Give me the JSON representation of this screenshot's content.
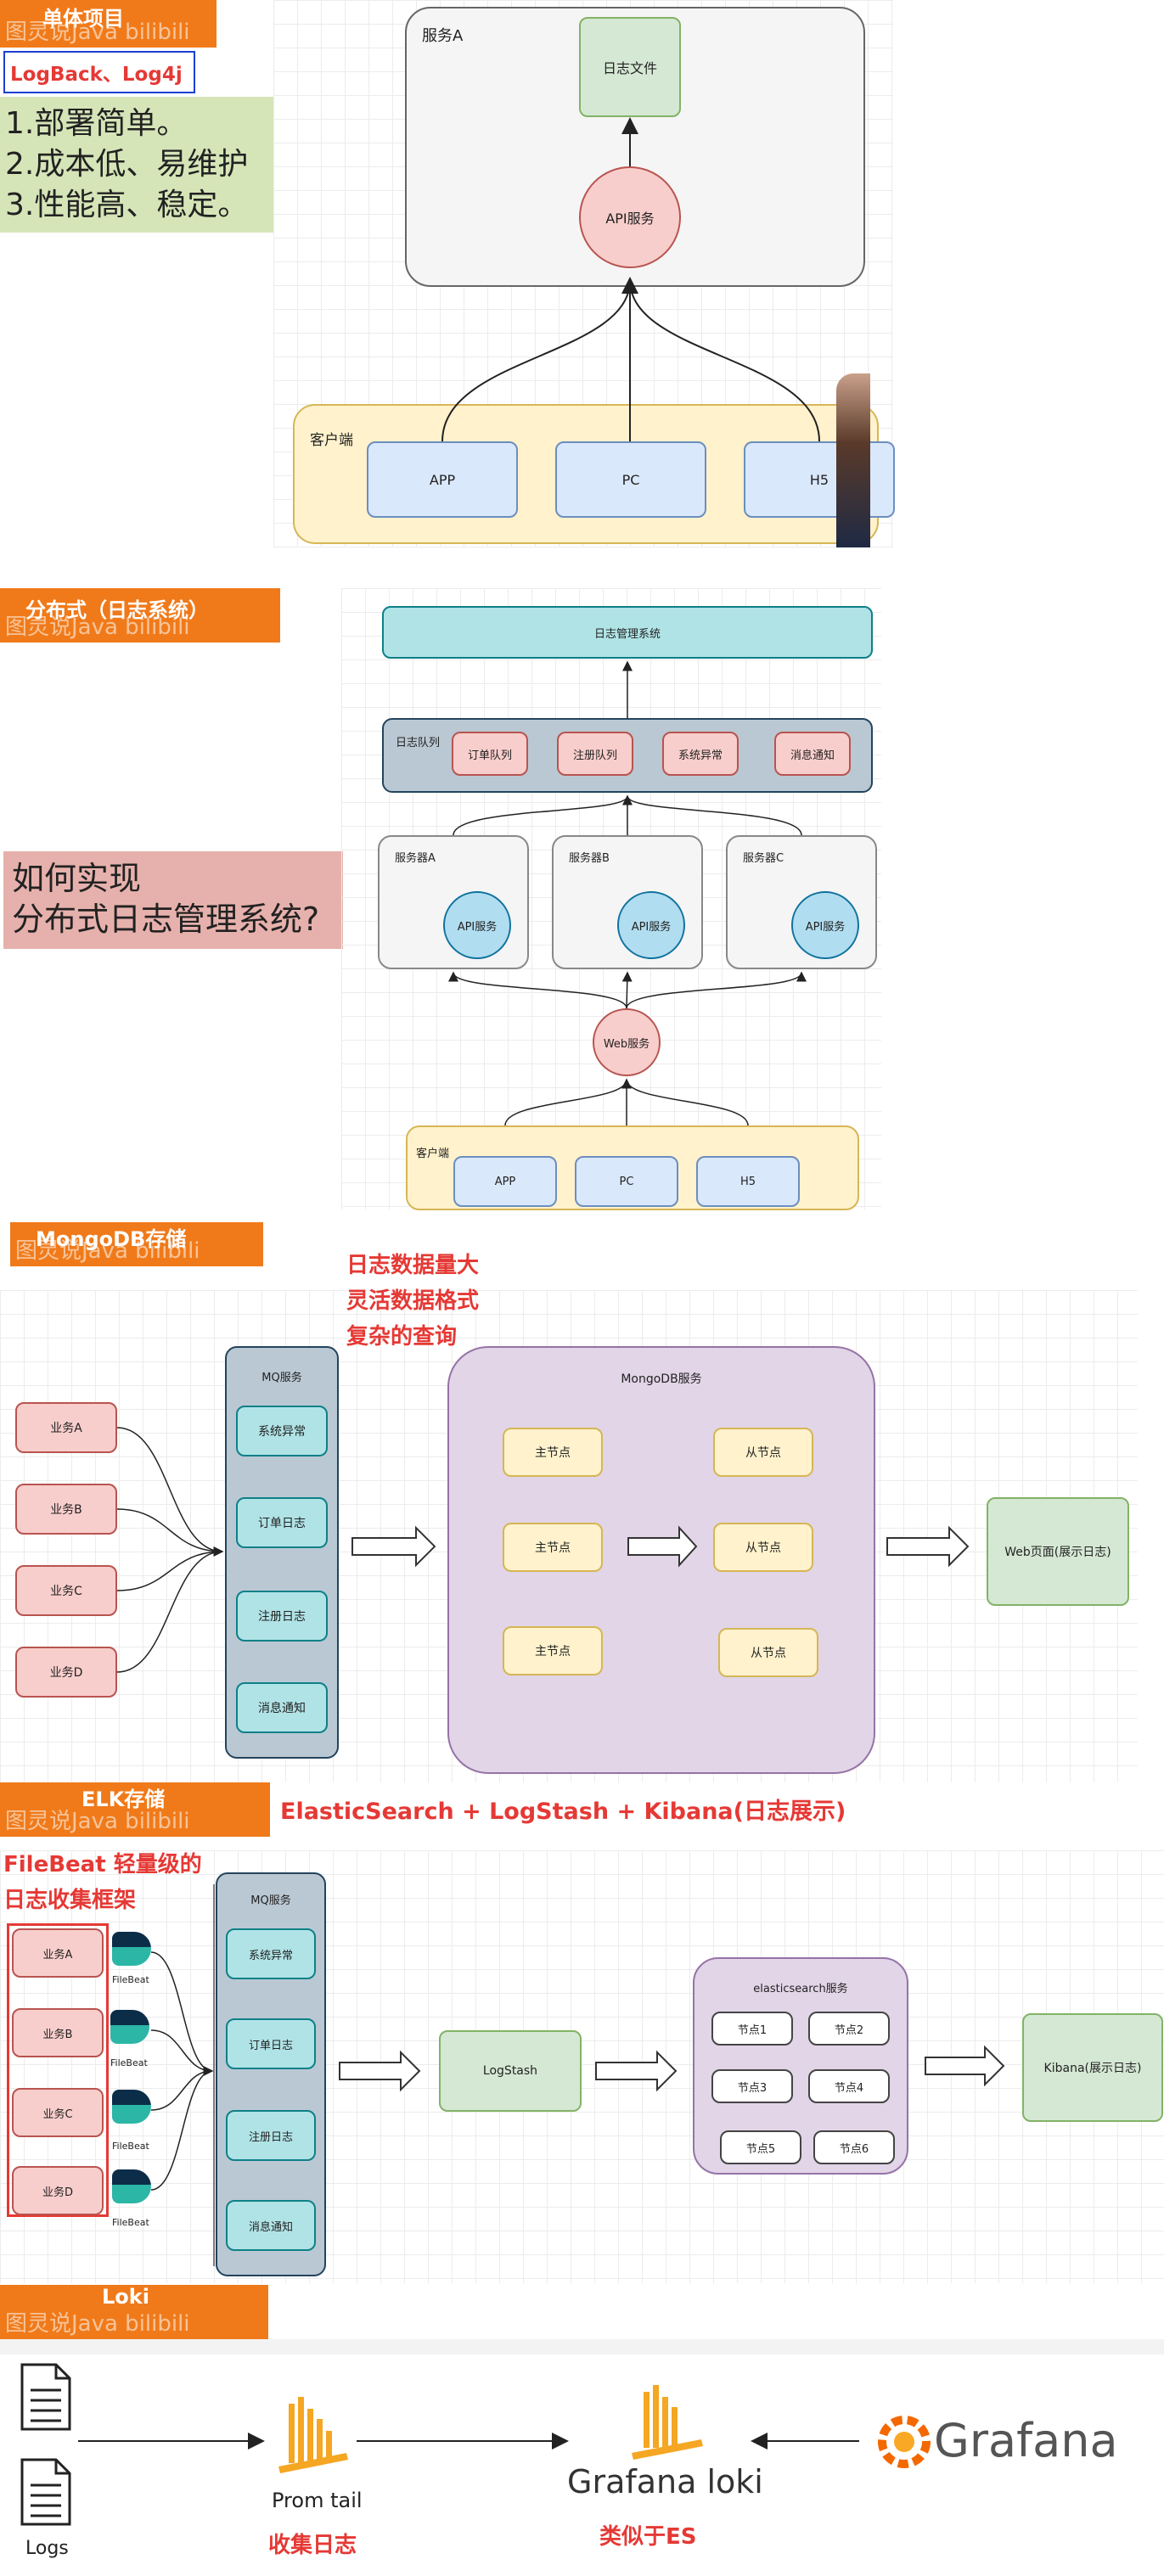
{
  "watermark": "图灵说Java bilibili",
  "s1": {
    "tag": "单体项目",
    "logback": "LogBack、Log4j",
    "points": [
      "1.部署简单。",
      "2.成本低、易维护",
      "3.性能高、稳定。"
    ],
    "service_a": "服务A",
    "log_file": "日志文件",
    "api": "API服务",
    "client": "客户端",
    "app": "APP",
    "pc": "PC",
    "h5": "H5"
  },
  "s2": {
    "tag": "分布式（日志系统）",
    "question_line1": "如何实现",
    "question_line2": "分布式日志管理系统?",
    "log_mgmt": "日志管理系统",
    "log_queue": "日志队列",
    "queues": [
      "订单队列",
      "注册队列",
      "系统异常",
      "消息通知"
    ],
    "servers": [
      "服务器A",
      "服务器B",
      "服务器C"
    ],
    "api": "API服务",
    "web": "Web服务",
    "client": "客户端",
    "app": "APP",
    "pc": "PC",
    "h5": "H5"
  },
  "s3": {
    "tag": "MongoDB存储",
    "notes": [
      "日志数据量大",
      "灵活数据格式",
      "复杂的查询"
    ],
    "biz": [
      "业务A",
      "业务B",
      "业务C",
      "业务D"
    ],
    "mq": "MQ服务",
    "mq_items": [
      "系统异常",
      "订单日志",
      "注册日志",
      "消息通知"
    ],
    "mongo": "MongoDB服务",
    "master": "主节点",
    "slave": "从节点",
    "web": "Web页面(展示日志)"
  },
  "s4": {
    "tag": "ELK存储",
    "headline": "ElasticSearch + LogStash + Kibana(日志展示)",
    "filebeat_note1": "FileBeat 轻量级的",
    "filebeat_note2": "日志收集框架",
    "biz": [
      "业务A",
      "业务B",
      "业务C",
      "业务D"
    ],
    "filebeat": "FileBeat",
    "mq": "MQ服务",
    "mq_items": [
      "系统异常",
      "订单日志",
      "注册日志",
      "消息通知"
    ],
    "logstash": "LogStash",
    "es": "elasticsearch服务",
    "nodes": [
      "节点1",
      "节点2",
      "节点3",
      "节点4",
      "节点5",
      "节点6"
    ],
    "kibana": "Kibana(展示日志)"
  },
  "s5": {
    "tag": "Loki",
    "logs": "Logs",
    "promtail": "Prom tail",
    "promtail_note": "收集日志",
    "loki": "Grafana loki",
    "loki_note": "类似于ES",
    "grafana": "Grafana"
  },
  "colors": {
    "orange": "#f07a1a",
    "red": "#e53935",
    "green_box": "#d5e8d4",
    "pink_box": "#f8cecc",
    "blue_box": "#dae8fc",
    "yellow_area": "#fff2cc",
    "purple_area": "#e1d5e7",
    "cyan_box": "#b1ddf0",
    "slate_area": "#bac8d3"
  }
}
